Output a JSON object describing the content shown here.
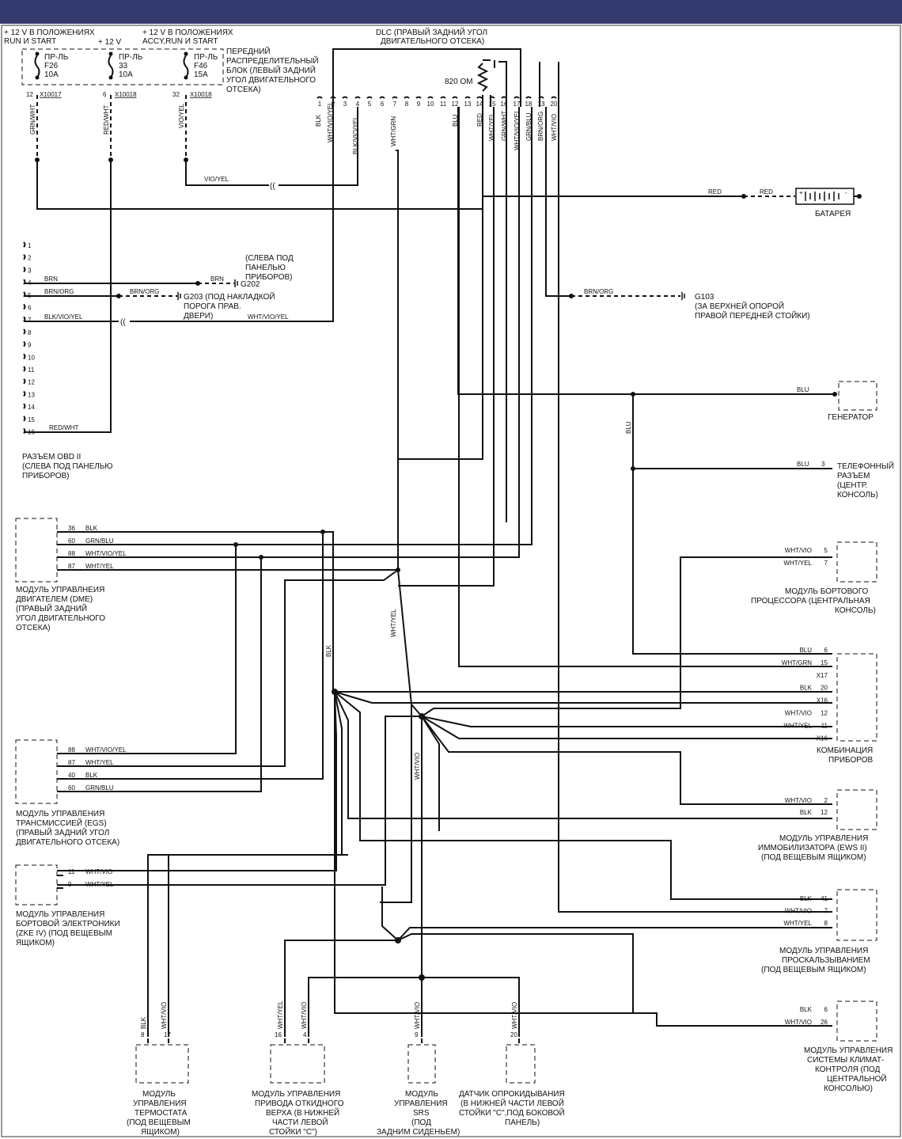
{
  "power": {
    "f26_label": "+ 12 V  В ПОЛОЖЕНИЯХ",
    "f26_label2": "RUN И START",
    "f33_label": "+ 12 V",
    "f46_label": "+ 12 V  В ПОЛОЖЕНИЯХ",
    "f46_label2": "ACCY,RUN И START",
    "fuses": [
      {
        "l1": "ПР-ЛЬ",
        "l2": "F26",
        "l3": "10A",
        "pin": "12",
        "conn": "X10017",
        "wire": "GRN/WHT"
      },
      {
        "l1": "ПР-ЛЬ",
        "l2": "33",
        "l3": "10A",
        "pin": "6",
        "conn": "X10018",
        "wire": "RED/WHT"
      },
      {
        "l1": "ПР-ЛЬ",
        "l2": "F46",
        "l3": "15A",
        "pin": "32",
        "conn": "X10018",
        "wire": "VIO/YEL"
      }
    ],
    "block": [
      "ПЕРЕДНИЙ",
      "РАСПРЕДЕЛИТЕЛЬНЫЙ",
      "БЛОК (ЛЕВЫЙ ЗАДНИЙ",
      "УГОЛ ДВИГАТЕЛЬНОГО",
      "ОТСЕКА)"
    ]
  },
  "dlc": {
    "title1": "DLC (ПРАВЫЙ ЗАДНИЙ УГОЛ",
    "title2": "ДВИГАТЕЛЬНОГО ОТСЕКА)",
    "resistor": "820 ОМ",
    "pins": [
      "1",
      "2",
      "3",
      "4",
      "5",
      "6",
      "7",
      "8",
      "9",
      "10",
      "11",
      "12",
      "13",
      "14",
      "15",
      "16",
      "17",
      "18",
      "13",
      "20"
    ],
    "wires": {
      "p1": "BLK",
      "p2": "WHT/VIO/YEL",
      "p4": "BLK/VIO/YEL",
      "p7": "WHT/GRN",
      "p12": "BLU",
      "p14": "RED",
      "p15": "WHT/YEL",
      "p16": "GRN/WHT",
      "p17": "WHT/VIO/YEL",
      "p18": "GRN/BLU",
      "p19": "BRN/ORG",
      "p20": "WHT/VIO"
    },
    "vio_yel": "VIO/YEL"
  },
  "battery": {
    "wire1": "RED",
    "wire2": "RED",
    "label": "БАТАРЕЯ"
  },
  "obd": {
    "pins": [
      "1",
      "2",
      "3",
      "4",
      "5",
      "6",
      "7",
      "8",
      "9",
      "10",
      "11",
      "12",
      "13",
      "14",
      "15",
      "16"
    ],
    "w4": "BRN",
    "w5": "BRN/ORG",
    "w7": "BLK/VIO/YEL",
    "w16": "RED/WHT",
    "g202_wire": "BRN",
    "g202": "G202",
    "g202_note": [
      "(СЛЕВА ПОД",
      "ПАНЕЛЬЮ",
      "ПРИБОРОВ)"
    ],
    "g203_wire": "BRN/ORG",
    "g203": [
      "G203  (ПОД НАКЛАДКОЙ",
      "ПОРОГА ПРАВ.",
      "ДВЕРИ)"
    ],
    "w7_right": "WHT/VIO/YEL",
    "label": [
      "РАЗЪЕМ OBD II",
      "(СЛЕВА ПОД ПАНЕЛЬЮ",
      "ПРИБОРОВ)"
    ]
  },
  "g103": {
    "wire": "BRN/ORG",
    "label": [
      "G103",
      "(ЗА ВЕРХНЕЙ ОПОРОЙ",
      "ПРАВОЙ ПЕРЕДНЕЙ СТОЙКИ)"
    ]
  },
  "generator": {
    "wire": "BLU",
    "label": "ГЕНЕРАТОР",
    "vert_wire": "BLU"
  },
  "phone": {
    "wire": "BLU",
    "pin": "3",
    "label": [
      "ТЕЛЕФОННЫЙ",
      "РАЗЪЕМ",
      "(ЦЕНТР.",
      "КОНСОЛЬ)"
    ]
  },
  "dme": {
    "rows": [
      {
        "pin": "36",
        "wire": "BLK"
      },
      {
        "pin": "60",
        "wire": "GRN/BLU"
      },
      {
        "pin": "88",
        "wire": "WHT/VIO/YEL"
      },
      {
        "pin": "87",
        "wire": "WHT/YEL"
      }
    ],
    "label": [
      "МОДУЛЬ УПРАВЛНЕИЯ",
      "ДВИГАТЕЛЕМ (DME)",
      "(ПРАВЫЙ ЗАДНИЙ",
      "УГОЛ ДВИГАТЕЛЬНОГО",
      "ОТСЕКА)"
    ]
  },
  "egs": {
    "rows": [
      {
        "pin": "88",
        "wire": "WHT/VIO/YEL"
      },
      {
        "pin": "87",
        "wire": "WHT/YEL"
      },
      {
        "pin": "40",
        "wire": "BLK"
      },
      {
        "pin": "60",
        "wire": "GRN/BLU"
      }
    ],
    "label": [
      "МОДУЛЬ УПРАВЛЕНИЯ",
      "ТРАНСМИССИЕЙ (EGS)",
      "(ПРАВЫЙ ЗАДНИЙ УГОЛ",
      "ДВИГАТЕЛЬНОГО ОТСЕКА)"
    ]
  },
  "zke": {
    "rows": [
      {
        "pin": "11",
        "wire": "WHT/VIO"
      },
      {
        "pin": "9",
        "wire": "WHT/YEL"
      }
    ],
    "label": [
      "МОДУЛЬ УПРАВЛЕНИЯ",
      "БОРТОВОЙ ЭЛЕКТРОНИКИ",
      "(ZKE IV) (ПОД ВЕЩЕВЫМ",
      "ЯЩИКОМ)"
    ]
  },
  "vert": {
    "blk": "BLK",
    "wht_yel": "WHT/YEL",
    "wht_vio": "WHT/VIO"
  },
  "obc": {
    "rows": [
      {
        "pin": "5",
        "wire": "WHT/VIO"
      },
      {
        "pin": "7",
        "wire": "WHT/YEL"
      }
    ],
    "label": [
      "МОДУЛЬ БОРТОВОГО",
      "ПРОЦЕССОРА (ЦЕНТРАЛЬНАЯ",
      "КОНСОЛЬ)"
    ]
  },
  "cluster": {
    "rows": [
      {
        "pin": "6",
        "wire": "BLU"
      },
      {
        "pin": "15",
        "wire": "WHT/GRN"
      },
      {
        "pin": "",
        "wire": "X17"
      },
      {
        "pin": "20",
        "wire": "BLK"
      },
      {
        "pin": "",
        "wire": "X16"
      },
      {
        "pin": "12",
        "wire": "WHT/VIO"
      },
      {
        "pin": "11",
        "wire": "WHT/YEL"
      },
      {
        "pin": "",
        "wire": "X16"
      }
    ],
    "label": [
      "КОМБИНАЦИЯ",
      "ПРИБОРОВ"
    ]
  },
  "ews": {
    "rows": [
      {
        "pin": "2",
        "wire": "WHT/VIO"
      },
      {
        "pin": "12",
        "wire": "BLK"
      }
    ],
    "label": [
      "МОДУЛЬ УПРАВЛЕНИЯ",
      "ИММОБИЛИЗАТОРА (EWS II)",
      "(ПОД ВЕЩЕВЫМ ЯЩИКОМ)"
    ]
  },
  "asc": {
    "rows": [
      {
        "pin": "41",
        "wire": "BLK"
      },
      {
        "pin": "7",
        "wire": "WHT/VIO"
      },
      {
        "pin": "8",
        "wire": "WHT/YEL"
      }
    ],
    "label": [
      "МОДУЛЬ УПРАВЛЕНИЯ",
      "ПРОСКАЛЬЗЫВАНИЕМ",
      "(ПОД ВЕЩЕВЫМ ЯЩИКОМ)"
    ]
  },
  "ihka": {
    "rows": [
      {
        "pin": "6",
        "wire": "BLK"
      },
      {
        "pin": "26",
        "wire": "WHT/VIO"
      }
    ],
    "label": [
      "МОДУЛЬ УПРАВЛЕНИЯ",
      "СИСТЕМЫ КЛИМАТ-",
      "КОНТРОЛЯ (ПОД",
      "ЦЕНТРАЛЬНОЙ",
      "КОНСОЛЬЮ)"
    ]
  },
  "bottom": {
    "therm": {
      "w1": "BLK",
      "w2": "WHT/VIO",
      "p1": "8",
      "p2": "17",
      "label": [
        "МОДУЛЬ",
        "УПРАВЛЕНИЯ",
        "ТЕРМОСТАТА",
        "(ПОД ВЕЩЕВЫМ",
        "ЯЩИКОМ)"
      ]
    },
    "roof": {
      "w1": "WHT/YEL",
      "w2": "WHT/VIO",
      "p1": "16",
      "p2": "4",
      "label": [
        "МОДУЛЬ УПРАВЛЕНИЯ",
        "ПРИВОДА ОТКИДНОГО",
        "ВЕРХА (В НИЖНЕЙ",
        "ЧАСТИ ЛЕВОЙ",
        "СТОЙКИ \"C\")"
      ]
    },
    "srs": {
      "w1": "WHT/VIO",
      "p1": "9",
      "label": [
        "МОДУЛЬ",
        "УПРАВЛЕНИЯ",
        "SRS",
        "(ПОД",
        "ЗАДНИМ СИДЕНЬЕМ)"
      ]
    },
    "roll": {
      "w1": "WHT/VIO",
      "p1": "20",
      "label": [
        "ДАТЧИК ОПРОКИДЫВАНИЯ",
        "(В НИЖНЕЙ ЧАСТИ ЛЕВОЙ",
        "СТОЙКИ \"C\",ПОД БОКОВОЙ",
        "ПАНЕЛЬ)"
      ]
    }
  }
}
